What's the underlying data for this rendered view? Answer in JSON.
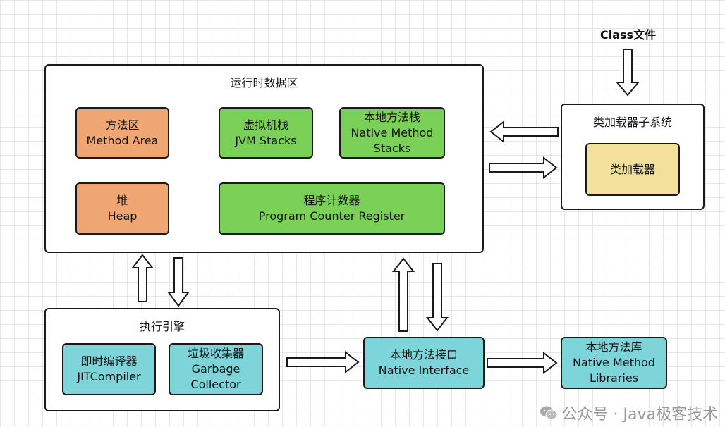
{
  "class_file_label": "Class文件",
  "runtime_data_area": {
    "title": "运行时数据区",
    "method_area": {
      "zh": "方法区",
      "en": "Method Area"
    },
    "jvm_stacks": {
      "zh": "虚拟机栈",
      "en": "JVM Stacks"
    },
    "native_method_stacks": {
      "zh": "本地方法栈",
      "en1": "Native Method",
      "en2": "Stacks"
    },
    "heap": {
      "zh": "堆",
      "en": "Heap"
    },
    "program_counter": {
      "zh": "程序计数器",
      "en": "Program Counter Register"
    }
  },
  "class_loader_subsystem": {
    "title": "类加载器子系统",
    "class_loader": "类加载器"
  },
  "execution_engine": {
    "title": "执行引擎",
    "jit": {
      "zh": "即时编译器",
      "en": "JITCompiler"
    },
    "gc": {
      "zh": "垃圾收集器",
      "en1": "Garbage",
      "en2": "Collector"
    }
  },
  "native_interface": {
    "zh": "本地方法接口",
    "en": "Native Interface"
  },
  "native_libraries": {
    "zh": "本地方法库",
    "en1": "Native Method",
    "en2": "Libraries"
  },
  "watermark": {
    "text": "公众号 · Java极客技术"
  },
  "colors": {
    "orange": "#f0a672",
    "green": "#7bd157",
    "yellow": "#f3e09a",
    "cyan": "#7dd5d9"
  }
}
